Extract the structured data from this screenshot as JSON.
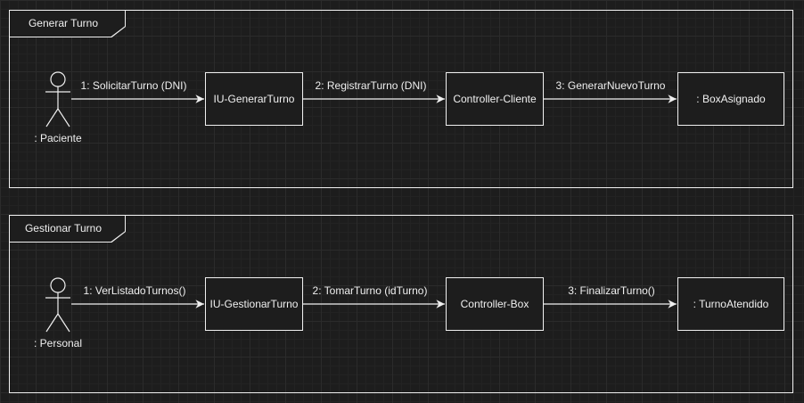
{
  "frames": [
    {
      "title": "Generar Turno",
      "actor": ": Paciente",
      "nodes": [
        "IU-GenerarTurno",
        "Controller-Cliente",
        ": BoxAsignado"
      ],
      "messages": [
        "1: SolicitarTurno (DNI)",
        "2: RegistrarTurno (DNI)",
        "3: GenerarNuevoTurno"
      ]
    },
    {
      "title": "Gestionar Turno",
      "actor": ": Personal",
      "nodes": [
        "IU-GestionarTurno",
        "Controller-Box",
        ": TurnoAtendido"
      ],
      "messages": [
        "1: VerListadoTurnos()",
        "2: TomarTurno (idTurno)",
        "3: FinalizarTurno()"
      ]
    }
  ],
  "colors": {
    "background": "#1d1d1d",
    "stroke": "#f0f0f0"
  }
}
